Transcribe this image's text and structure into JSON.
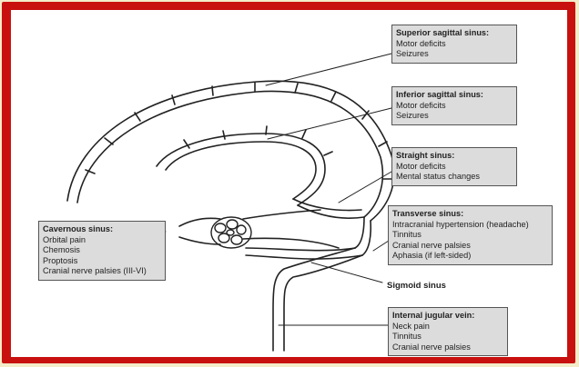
{
  "colors": {
    "frame": "#c8110f",
    "background": "#f3ecc9",
    "box": "#dcdcdc"
  },
  "callouts": {
    "superior_sagittal": {
      "title": "Superior sagittal sinus:",
      "lines": [
        "Motor deficits",
        "Seizures"
      ]
    },
    "inferior_sagittal": {
      "title": "Inferior sagittal sinus:",
      "lines": [
        "Motor deficits",
        "Seizures"
      ]
    },
    "straight": {
      "title": "Straight sinus:",
      "lines": [
        "Motor deficits",
        "Mental status changes"
      ]
    },
    "transverse": {
      "title": "Transverse sinus:",
      "lines": [
        "Intracranial hypertension (headache)",
        "Tinnitus",
        "Cranial nerve palsies",
        "Aphasia (if left-sided)"
      ]
    },
    "cavernous": {
      "title": "Cavernous sinus:",
      "lines": [
        "Orbital pain",
        "Chemosis",
        "Proptosis",
        "Cranial nerve palsies (III-VI)"
      ]
    },
    "internal_jugular": {
      "title": "Internal jugular vein:",
      "lines": [
        "Neck pain",
        "Tinnitus",
        "Cranial nerve palsies"
      ]
    }
  },
  "labels": {
    "sigmoid": "Sigmoid sinus"
  }
}
